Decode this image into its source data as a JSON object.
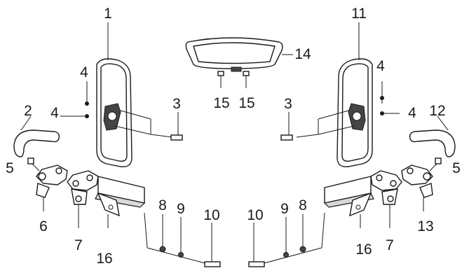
{
  "callouts": {
    "c1": "1",
    "c2": "2",
    "c3l": "3",
    "c3r": "3",
    "c4a": "4",
    "c4b": "4",
    "c4c": "4",
    "c4d": "4",
    "c5l": "5",
    "c5r": "5",
    "c6": "6",
    "c7l": "7",
    "c7r": "7",
    "c8l": "8",
    "c8r": "8",
    "c9l": "9",
    "c9r": "9",
    "c10l": "10",
    "c10r": "10",
    "c11": "11",
    "c12": "12",
    "c13": "13",
    "c14": "14",
    "c15a": "15",
    "c15b": "15",
    "c16l": "16",
    "c16r": "16"
  }
}
